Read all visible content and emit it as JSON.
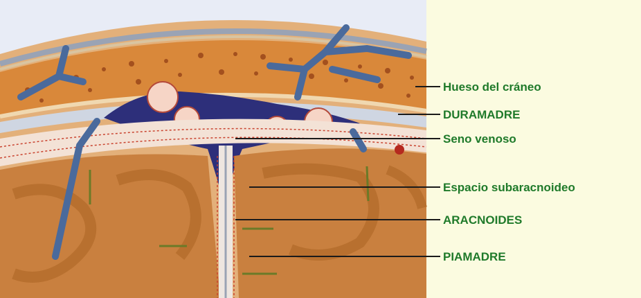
{
  "diagram": {
    "labels": {
      "hueso": "Hueso del cráneo",
      "duramadre": "DURAMADRE",
      "seno": "Seno venoso",
      "subaracnoideo": "Espacio subaracnoideo",
      "aracnoides": "ARACNOIDES",
      "piamadre": "PIAMADRE"
    }
  },
  "colors": {
    "background_right": "#fbfbe0",
    "background_left": "#e8ecf6",
    "label_green": "#1f7a2a",
    "bone_orange": "#d98a3a",
    "dura_blue": "#2d2f7a",
    "brain_brown": "#c9803f",
    "vein_blue": "#4a6a9c"
  }
}
